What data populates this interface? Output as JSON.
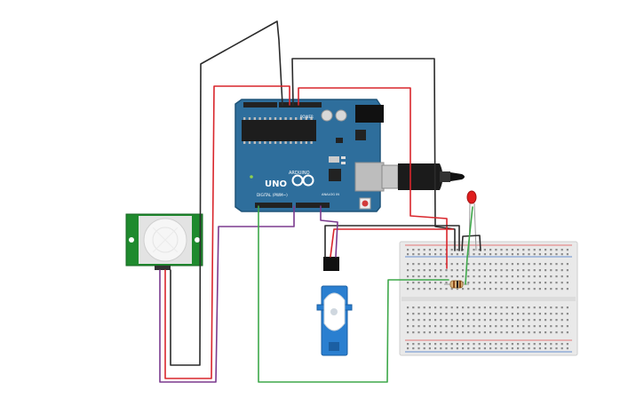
{
  "colors": {
    "background": "#ffffff",
    "arduino_board": "#2e6e9c",
    "arduino_edge": "#1f5378",
    "pir_board": "#1f8a2e",
    "breadboard": "#e9e9e9",
    "breadboard_rail_red": "#e05050",
    "breadboard_rail_blue": "#3a6fc4",
    "servo_body": "#2a7fd0",
    "wire_black": "#2b2b2b",
    "wire_red": "#d9262c",
    "wire_green": "#3ea84a",
    "wire_purple": "#7b3a8e",
    "led_red": "#e01e1e",
    "resistor": "#d9b37a"
  },
  "arduino": {
    "brand": "ARDUINO",
    "model": "UNO",
    "power_label": "POWER",
    "analog_label": "ANALOG IN",
    "digital_label": "DIGITAL (PWM~)",
    "reset_button_icon": "reset-button-icon",
    "usb_icon": "usb-plug-icon",
    "logo_icon": "infinity-logo-icon"
  },
  "pir": {
    "icon": "pir-dome-icon"
  },
  "servo": {
    "icon": "servo-horn-icon"
  },
  "led": {
    "icon": "led-icon"
  },
  "resistor": {
    "icon": "resistor-icon"
  }
}
